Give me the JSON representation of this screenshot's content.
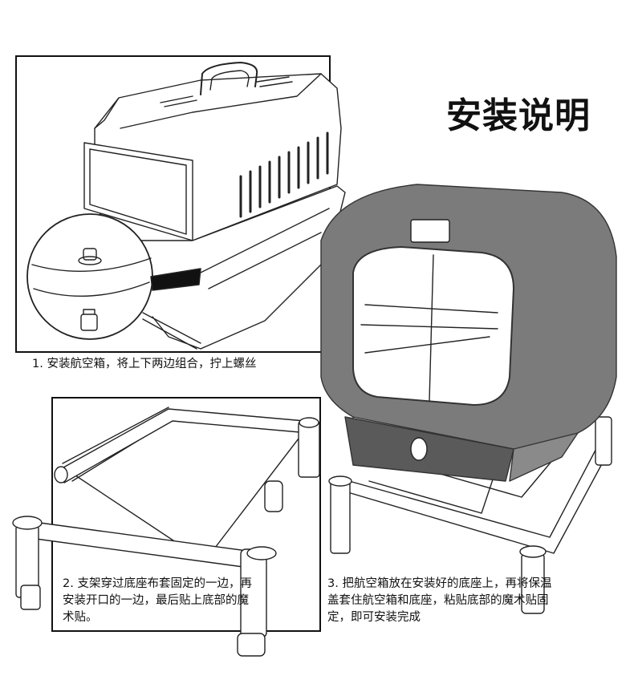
{
  "title": "安装说明",
  "steps": [
    {
      "text": "1. 安装航空箱，将上下两边组合，拧上螺丝"
    },
    {
      "text": "2. 支架穿过底座布套固定的一边，再安装开口的一边，最后贴上底部的魔术贴。"
    },
    {
      "text": "3. 把航空箱放在安装好的底座上，再将保温盖套住航空箱和底座，粘贴底部的魔术贴固定，即可安装完成"
    }
  ],
  "colors": {
    "cover": "#7b7b7b",
    "cover_dark": "#5a5a5a",
    "line": "#222222",
    "window": "#ffffff"
  }
}
